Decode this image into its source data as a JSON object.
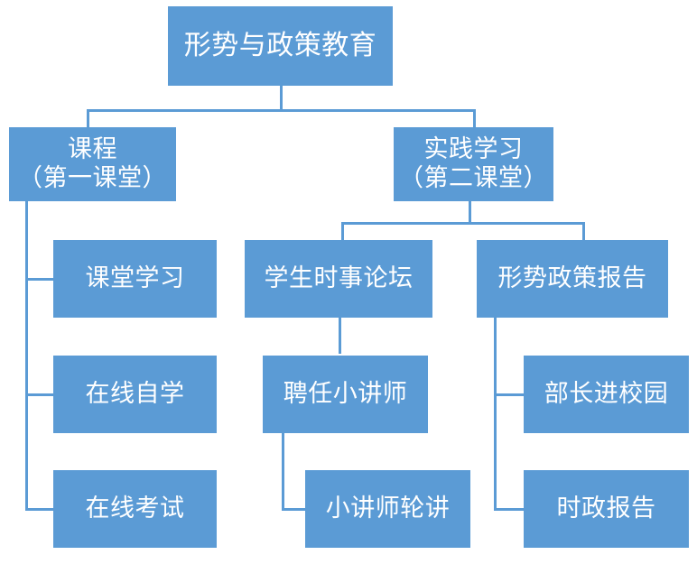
{
  "diagram": {
    "title": "形势与政策教育",
    "type": "organization-tree",
    "accent_color": "#5B9BD5",
    "text_color": "#FFFFFF",
    "background_color": "#FFFFFF",
    "nodes": {
      "root": {
        "label": "形势与政策教育",
        "lines": [
          "形势与政策教育"
        ]
      },
      "branch_course": {
        "label": "课程（第一课堂）",
        "lines": [
          "课程",
          "（第一课堂）"
        ]
      },
      "branch_practice": {
        "label": "实践学习（第二课堂）",
        "lines": [
          "实践学习",
          "（第二课堂）"
        ]
      },
      "course_1": {
        "label": "课堂学习"
      },
      "course_2": {
        "label": "在线自学"
      },
      "course_3": {
        "label": "在线考试"
      },
      "forum": {
        "label": "学生时事论坛"
      },
      "lecturer_hire": {
        "label": "聘任小讲师"
      },
      "lecturer_rotation": {
        "label": "小讲师轮讲"
      },
      "report": {
        "label": "形势政策报告"
      },
      "minister_campus": {
        "label": "部长进校园"
      },
      "current_affairs_report": {
        "label": "时政报告"
      }
    },
    "edges": [
      {
        "from": "root",
        "to": "branch_course"
      },
      {
        "from": "root",
        "to": "branch_practice"
      },
      {
        "from": "branch_course",
        "to": "course_1"
      },
      {
        "from": "branch_course",
        "to": "course_2"
      },
      {
        "from": "branch_course",
        "to": "course_3"
      },
      {
        "from": "branch_practice",
        "to": "forum"
      },
      {
        "from": "branch_practice",
        "to": "report"
      },
      {
        "from": "forum",
        "to": "lecturer_hire"
      },
      {
        "from": "lecturer_hire",
        "to": "lecturer_rotation"
      },
      {
        "from": "report",
        "to": "minister_campus"
      },
      {
        "from": "report",
        "to": "current_affairs_report"
      }
    ]
  }
}
